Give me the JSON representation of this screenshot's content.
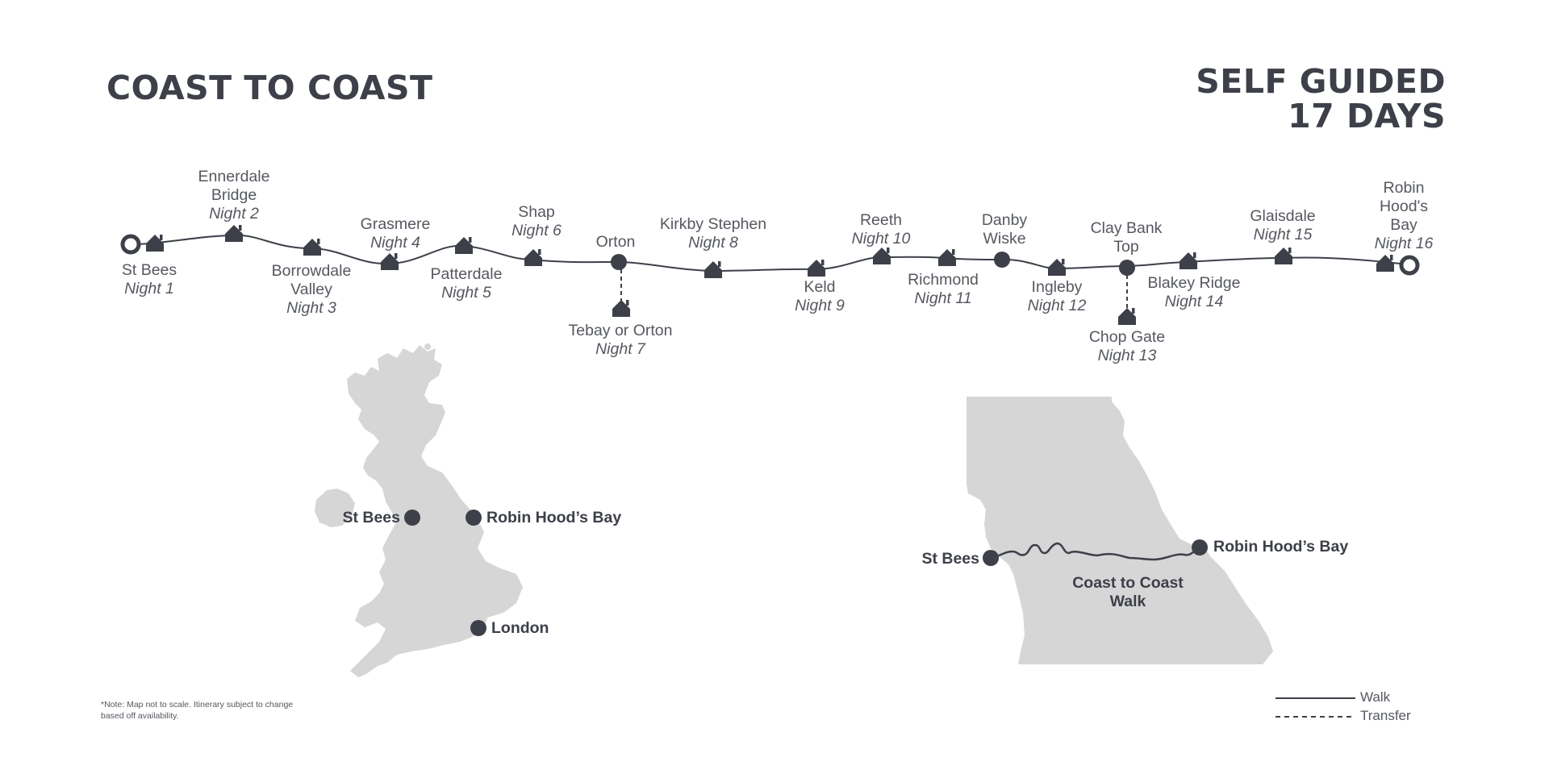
{
  "header": {
    "title": "COAST TO COAST",
    "subtitle_line1": "SELF GUIDED",
    "subtitle_line2": "17 DAYS"
  },
  "route": {
    "stops": [
      {
        "name": "St Bees",
        "night": "Night 1"
      },
      {
        "name": "Ennerdale\nBridge",
        "night": "Night 2"
      },
      {
        "name": "Borrowdale\nValley",
        "night": "Night 3"
      },
      {
        "name": "Grasmere",
        "night": "Night 4"
      },
      {
        "name": "Patterdale",
        "night": "Night 5"
      },
      {
        "name": "Shap",
        "night": "Night 6"
      },
      {
        "name": "Orton",
        "night": ""
      },
      {
        "name": "Tebay or Orton",
        "night": "Night 7"
      },
      {
        "name": "Kirkby Stephen",
        "night": "Night 8"
      },
      {
        "name": "Keld",
        "night": "Night 9"
      },
      {
        "name": "Reeth",
        "night": "Night 10"
      },
      {
        "name": "Richmond",
        "night": "Night 11"
      },
      {
        "name": "Danby\nWiske",
        "night": ""
      },
      {
        "name": "Ingleby",
        "night": "Night 12"
      },
      {
        "name": "Clay Bank\nTop",
        "night": ""
      },
      {
        "name": "Chop Gate",
        "night": "Night 13"
      },
      {
        "name": "Blakey Ridge",
        "night": "Night 14"
      },
      {
        "name": "Glaisdale",
        "night": "Night 15"
      },
      {
        "name": "Robin\nHood's\nBay",
        "night": "Night 16"
      }
    ]
  },
  "uk_map": {
    "labels": [
      "St Bees",
      "Robin Hood’s Bay",
      "London"
    ]
  },
  "region_map": {
    "labels": [
      "St Bees",
      "Robin Hood’s Bay"
    ],
    "walk_label": "Coast to Coast\nWalk"
  },
  "legend": {
    "walk": "Walk",
    "transfer": "Transfer"
  },
  "note": "*Note: Map not to scale. Itinerary subject to change based off availability.",
  "colors": {
    "ink": "#3d4049",
    "land": "#d6d6d6",
    "text": "#55585f"
  },
  "icons": [
    "house-icon",
    "stop-dot-icon",
    "endpoint-ring-icon"
  ]
}
